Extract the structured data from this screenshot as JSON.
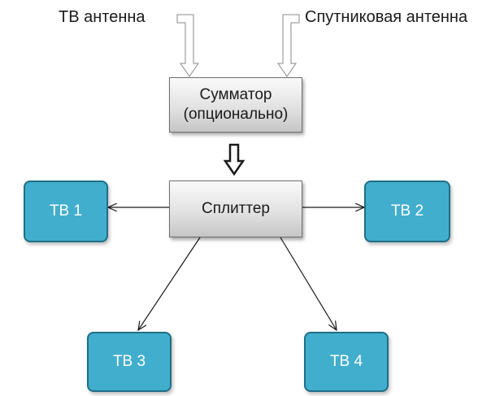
{
  "labels": {
    "tv_antenna": "ТВ антенна",
    "satellite_antenna": "Спутниковая антенна"
  },
  "combiner": {
    "line1": "Сумматор",
    "line2": "(опционально)"
  },
  "splitter": {
    "label": "Сплиттер"
  },
  "tvs": {
    "tv1": "ТВ 1",
    "tv2": "ТВ 2",
    "tv3": "ТВ 3",
    "tv4": "ТВ 4"
  },
  "colors": {
    "tv_fill": "#42aecd",
    "tv_border": "#1e6f86",
    "box_border": "#6e6e6e",
    "line": "#1a1a1a"
  }
}
